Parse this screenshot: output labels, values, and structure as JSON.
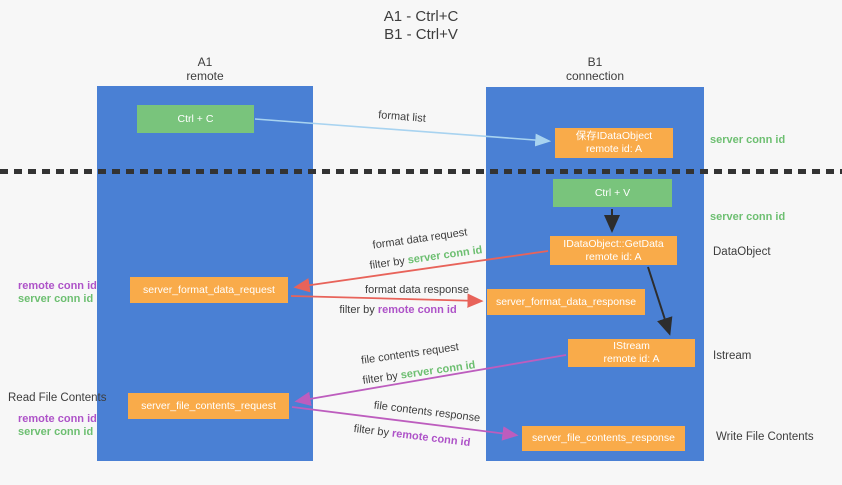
{
  "title": {
    "line1": "A1 - Ctrl+C",
    "line2": "B1 - Ctrl+V"
  },
  "columns": {
    "left": {
      "name": "A1",
      "subtitle": "remote"
    },
    "right": {
      "name": "B1",
      "subtitle": "connection"
    }
  },
  "nodes": {
    "ctrl_c": {
      "label": "Ctrl + C"
    },
    "save_dataobject": {
      "line1": "保存IDataObject",
      "line2": "remote id: A"
    },
    "ctrl_v": {
      "label": "Ctrl + V"
    },
    "getdata": {
      "line1": "IDataObject::GetData",
      "line2": "remote id: A"
    },
    "server_format_data_request": {
      "label": "server_format_data_request"
    },
    "server_format_data_response": {
      "label": "server_format_data_response"
    },
    "istream": {
      "line1": "IStream",
      "line2": "remote id: A"
    },
    "server_file_contents_request": {
      "label": "server_file_contents_request"
    },
    "server_file_contents_response": {
      "label": "server_file_contents_response"
    }
  },
  "edges": {
    "format_list": {
      "label": "format list"
    },
    "format_data_request": {
      "label": "format data request",
      "filter_prefix": "filter by ",
      "filter_key": "server conn id"
    },
    "format_data_response": {
      "label": "format data response",
      "filter_prefix": "filter by ",
      "filter_key": "remote conn id"
    },
    "file_contents_request": {
      "label": "file contents request",
      "filter_prefix": "filter by ",
      "filter_key": "server conn id"
    },
    "file_contents_response": {
      "label": "file contents response",
      "filter_prefix": "filter by ",
      "filter_key": "remote conn id"
    }
  },
  "side_labels": {
    "left_mid_remote": "remote conn id",
    "left_mid_server": "server conn id",
    "read_file_contents": "Read File Contents",
    "left_bottom_remote": "remote conn id",
    "left_bottom_server": "server conn id",
    "right_top_server": "server conn id",
    "right_mid_server": "server conn id",
    "dataobject": "DataObject",
    "istream": "Istream",
    "write_file_contents": "Write File Contents"
  },
  "colors": {
    "background": "#f7f7f7",
    "column_blue": "#4a80d4",
    "node_green": "#79c47c",
    "node_orange": "#f9ab4a",
    "text_dark": "#3d3d3d",
    "text_white": "#ffffff",
    "key_green": "#6dbf71",
    "key_purple": "#ae53c8",
    "arrow_light_blue": "#a8d3f0",
    "arrow_red": "#e8635a",
    "arrow_magenta": "#bd5dbe",
    "arrow_black": "#2d2d2d",
    "divider_black": "#333333"
  }
}
